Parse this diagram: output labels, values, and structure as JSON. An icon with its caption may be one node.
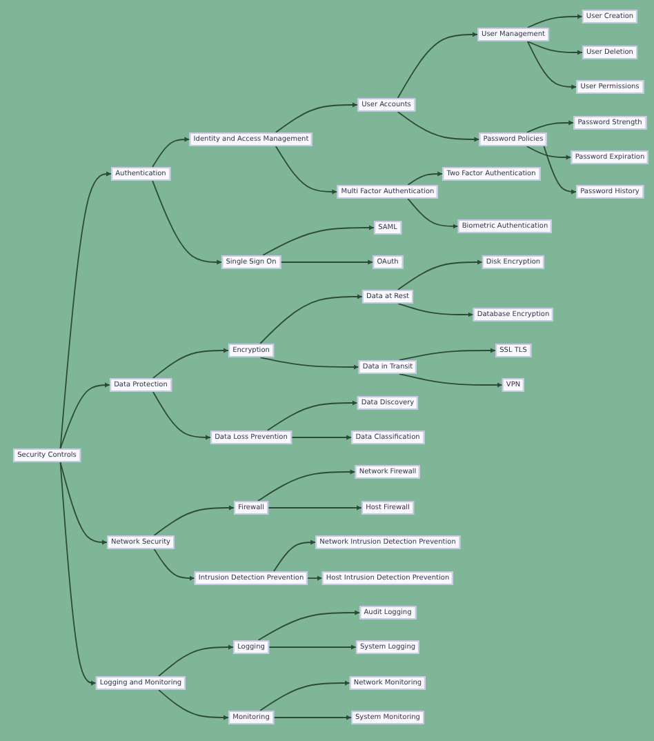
{
  "diagram": {
    "nodes": [
      {
        "text": [
          "Security Controls"
        ]
      },
      {
        "text": [
          "Authentication"
        ]
      },
      {
        "text": [
          "Identity and Access Management"
        ]
      },
      {
        "text": [
          "User Accounts"
        ]
      },
      {
        "text": [
          "User Management"
        ]
      },
      {
        "text": [
          "User Creation"
        ]
      },
      {
        "text": [
          "User Deletion"
        ]
      },
      {
        "text": [
          "User Permissions"
        ]
      },
      {
        "text": [
          "Password Policies"
        ]
      },
      {
        "text": [
          "Password Strength"
        ]
      },
      {
        "text": [
          "Password Expiration"
        ]
      },
      {
        "text": [
          "Password History"
        ]
      },
      {
        "text": [
          "Multi Factor Authentication"
        ]
      },
      {
        "text": [
          "Two Factor Authentication"
        ]
      },
      {
        "text": [
          "Biometric Authentication"
        ]
      },
      {
        "text": [
          "Single Sign On"
        ]
      },
      {
        "text": [
          "SAML"
        ]
      },
      {
        "text": [
          "OAuth"
        ]
      },
      {
        "text": [
          "Data Protection"
        ]
      },
      {
        "text": [
          "Encryption"
        ]
      },
      {
        "text": [
          "Data at Rest"
        ]
      },
      {
        "text": [
          "Disk Encryption"
        ]
      },
      {
        "text": [
          "Database Encryption"
        ]
      },
      {
        "text": [
          "Data in Transit"
        ]
      },
      {
        "text": [
          "SSL TLS"
        ]
      },
      {
        "text": [
          "VPN"
        ]
      },
      {
        "text": [
          "Data Loss Prevention"
        ]
      },
      {
        "text": [
          "Data Discovery"
        ]
      },
      {
        "text": [
          "Data Classification"
        ]
      },
      {
        "text": [
          "Network Security"
        ]
      },
      {
        "text": [
          "Firewall"
        ]
      },
      {
        "text": [
          "Network Firewall"
        ]
      },
      {
        "text": [
          "Host Firewall"
        ]
      },
      {
        "text": [
          "Intrusion Detection Prevention"
        ]
      },
      {
        "text": [
          "Network Intrusion Detection Prevention"
        ]
      },
      {
        "text": [
          "Host Intrusion Detection Prevention"
        ]
      },
      {
        "text": [
          "Logging and Monitoring"
        ]
      },
      {
        "text": [
          "Logging"
        ]
      },
      {
        "text": [
          "Audit Logging"
        ]
      },
      {
        "text": [
          "System Logging"
        ]
      },
      {
        "text": [
          "Monitoring"
        ]
      },
      {
        "text": [
          "Network Monitoring"
        ]
      },
      {
        "text": [
          "System Monitoring"
        ]
      }
    ],
    "edges": [
      {
        "from": 0,
        "to": 1,
        "arrow": "to"
      },
      {
        "from": 1,
        "to": 2,
        "arrow": "to"
      },
      {
        "from": 2,
        "to": 3,
        "arrow": "to"
      },
      {
        "from": 3,
        "to": 4,
        "arrow": "to"
      },
      {
        "from": 4,
        "to": 5,
        "arrow": "to"
      },
      {
        "from": 4,
        "to": 6,
        "arrow": "to"
      },
      {
        "from": 4,
        "to": 7,
        "arrow": "to"
      },
      {
        "from": 3,
        "to": 8,
        "arrow": "to"
      },
      {
        "from": 8,
        "to": 9,
        "arrow": "to"
      },
      {
        "from": 8,
        "to": 10,
        "arrow": "to"
      },
      {
        "from": 8,
        "to": 11,
        "arrow": "to"
      },
      {
        "from": 2,
        "to": 12,
        "arrow": "to"
      },
      {
        "from": 12,
        "to": 13,
        "arrow": "to"
      },
      {
        "from": 12,
        "to": 14,
        "arrow": "to"
      },
      {
        "from": 1,
        "to": 15,
        "arrow": "to"
      },
      {
        "from": 15,
        "to": 16,
        "arrow": "to"
      },
      {
        "from": 15,
        "to": 17,
        "arrow": "to"
      },
      {
        "from": 0,
        "to": 18,
        "arrow": "to"
      },
      {
        "from": 18,
        "to": 19,
        "arrow": "to"
      },
      {
        "from": 19,
        "to": 20,
        "arrow": "to"
      },
      {
        "from": 20,
        "to": 21,
        "arrow": "to"
      },
      {
        "from": 20,
        "to": 22,
        "arrow": "to"
      },
      {
        "from": 19,
        "to": 23,
        "arrow": "to"
      },
      {
        "from": 23,
        "to": 24,
        "arrow": "to"
      },
      {
        "from": 23,
        "to": 25,
        "arrow": "to"
      },
      {
        "from": 18,
        "to": 26,
        "arrow": "to"
      },
      {
        "from": 26,
        "to": 27,
        "arrow": "to"
      },
      {
        "from": 26,
        "to": 28,
        "arrow": "to"
      },
      {
        "from": 0,
        "to": 29,
        "arrow": "to"
      },
      {
        "from": 29,
        "to": 30,
        "arrow": "to"
      },
      {
        "from": 30,
        "to": 31,
        "arrow": "to"
      },
      {
        "from": 30,
        "to": 32,
        "arrow": "to"
      },
      {
        "from": 29,
        "to": 33,
        "arrow": "to"
      },
      {
        "from": 33,
        "to": 34,
        "arrow": "to"
      },
      {
        "from": 33,
        "to": 35,
        "arrow": "to"
      },
      {
        "from": 0,
        "to": 36,
        "arrow": "to"
      },
      {
        "from": 36,
        "to": 37,
        "arrow": "to"
      },
      {
        "from": 37,
        "to": 38,
        "arrow": "to"
      },
      {
        "from": 37,
        "to": 39,
        "arrow": "to"
      },
      {
        "from": 36,
        "to": 40,
        "arrow": "to"
      },
      {
        "from": 40,
        "to": 41,
        "arrow": "to"
      },
      {
        "from": 40,
        "to": 42,
        "arrow": "to"
      }
    ]
  }
}
